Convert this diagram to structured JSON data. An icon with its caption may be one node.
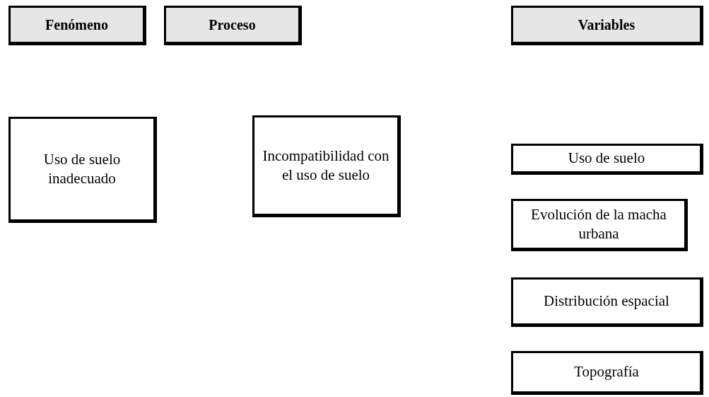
{
  "diagram": {
    "nodes": [
      {
        "text": [
          "Fenómeno"
        ]
      },
      {
        "text": [
          "Proceso"
        ]
      },
      {
        "text": [
          "Variables"
        ]
      },
      {
        "text": [
          "Uso de suelo inadecuado"
        ]
      },
      {
        "text": [
          "Incompatibilidad con el uso de suelo"
        ]
      },
      {
        "text": [
          "Uso de suelo"
        ]
      },
      {
        "text": [
          "Evolución de la macha urbana"
        ]
      },
      {
        "text": [
          "Distribución espacial"
        ]
      },
      {
        "text": [
          "Topografía"
        ]
      }
    ]
  }
}
